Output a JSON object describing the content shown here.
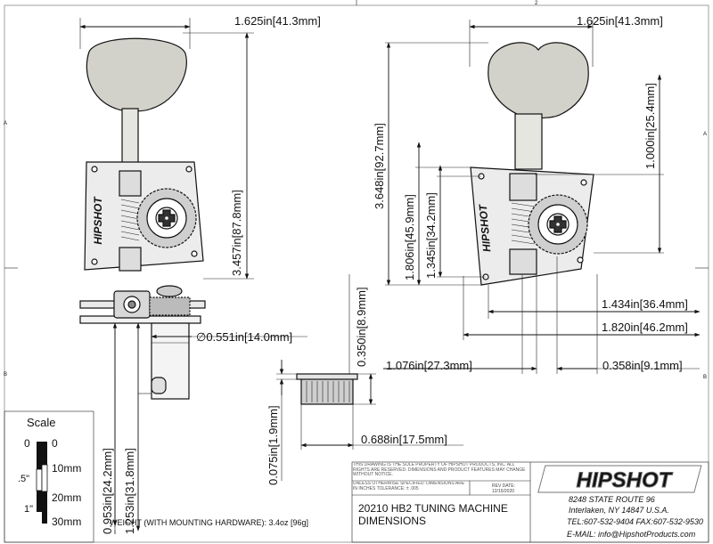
{
  "left_view": {
    "width_dim": "1.625in[41.3mm]",
    "height_dim": "3.457in[87.8mm]",
    "logo": "HIPSHOT"
  },
  "right_view": {
    "width_dim": "1.625in[41.3mm]",
    "height_total_dim": "3.648in[92.7mm]",
    "post_height_dim": "1.806in[45.9mm]",
    "hole_span_dim": "1.345in[34.2mm]",
    "button_height_dim": "1.000in[25.4mm]",
    "post_offset_dim": "1.434in[36.4mm]",
    "plate_width_dim": "1.820in[46.2mm]",
    "bushing_offset_dim": "1.076in[27.3mm]",
    "edge_offset_dim": "0.358in[9.1mm]",
    "logo": "HIPSHOT"
  },
  "side_view": {
    "post_diameter_dim": "∅0.551in[14.0mm]",
    "post_short_dim": "0.953in[24.2mm]",
    "post_long_dim": "1.253in[31.8mm]"
  },
  "bushing": {
    "height_dim": "0.350in[8.9mm]",
    "flange_dim": "0.075in[1.9mm]",
    "diameter_dim": "0.688in[17.5mm]"
  },
  "scale": {
    "title": "Scale",
    "in_zero": "0",
    "mm_zero": "0",
    "in_half": ".5\"",
    "in_one": "1\"",
    "mm_10": "10mm",
    "mm_20": "20mm",
    "mm_30": "30mm"
  },
  "weight": "WEIGHT (WITH MOUNTING HARDWARE): 3.4oz [96g]",
  "title_block": {
    "notice": "THIS DRAWING IS THE SOLE PROPERTY OF HIPSHOT PRODUCTS, INC. ALL RIGHTS ARE RESERVED. DIMENSIONS AND PRODUCT FEATURES MAY CHANGE WITHOUT NOTICE.",
    "tolerance": "UNLESS OTHERWISE SPECIFIED: DIMENSIONS ARE IN INCHES TOLERANCE: ± .005",
    "rev_label": "REV DATE:",
    "rev_date": "12/15/2020",
    "title_line1": "20210 HB2 TUNING MACHINE",
    "title_line2": "DIMENSIONS",
    "brand": "HIPSHOT",
    "address1": "8248 STATE ROUTE 96",
    "address2": "Interlaken, NY 14847 U.S.A.",
    "phone": "TEL:607-532-9404 FAX:607-532-9530",
    "email": "E-MAIL: info@HipshotProducts.com"
  },
  "frame": {
    "mark_a_left": "A",
    "mark_a_right": "A",
    "mark_b_left": "B",
    "mark_b_right": "B",
    "mark_top": "2"
  }
}
